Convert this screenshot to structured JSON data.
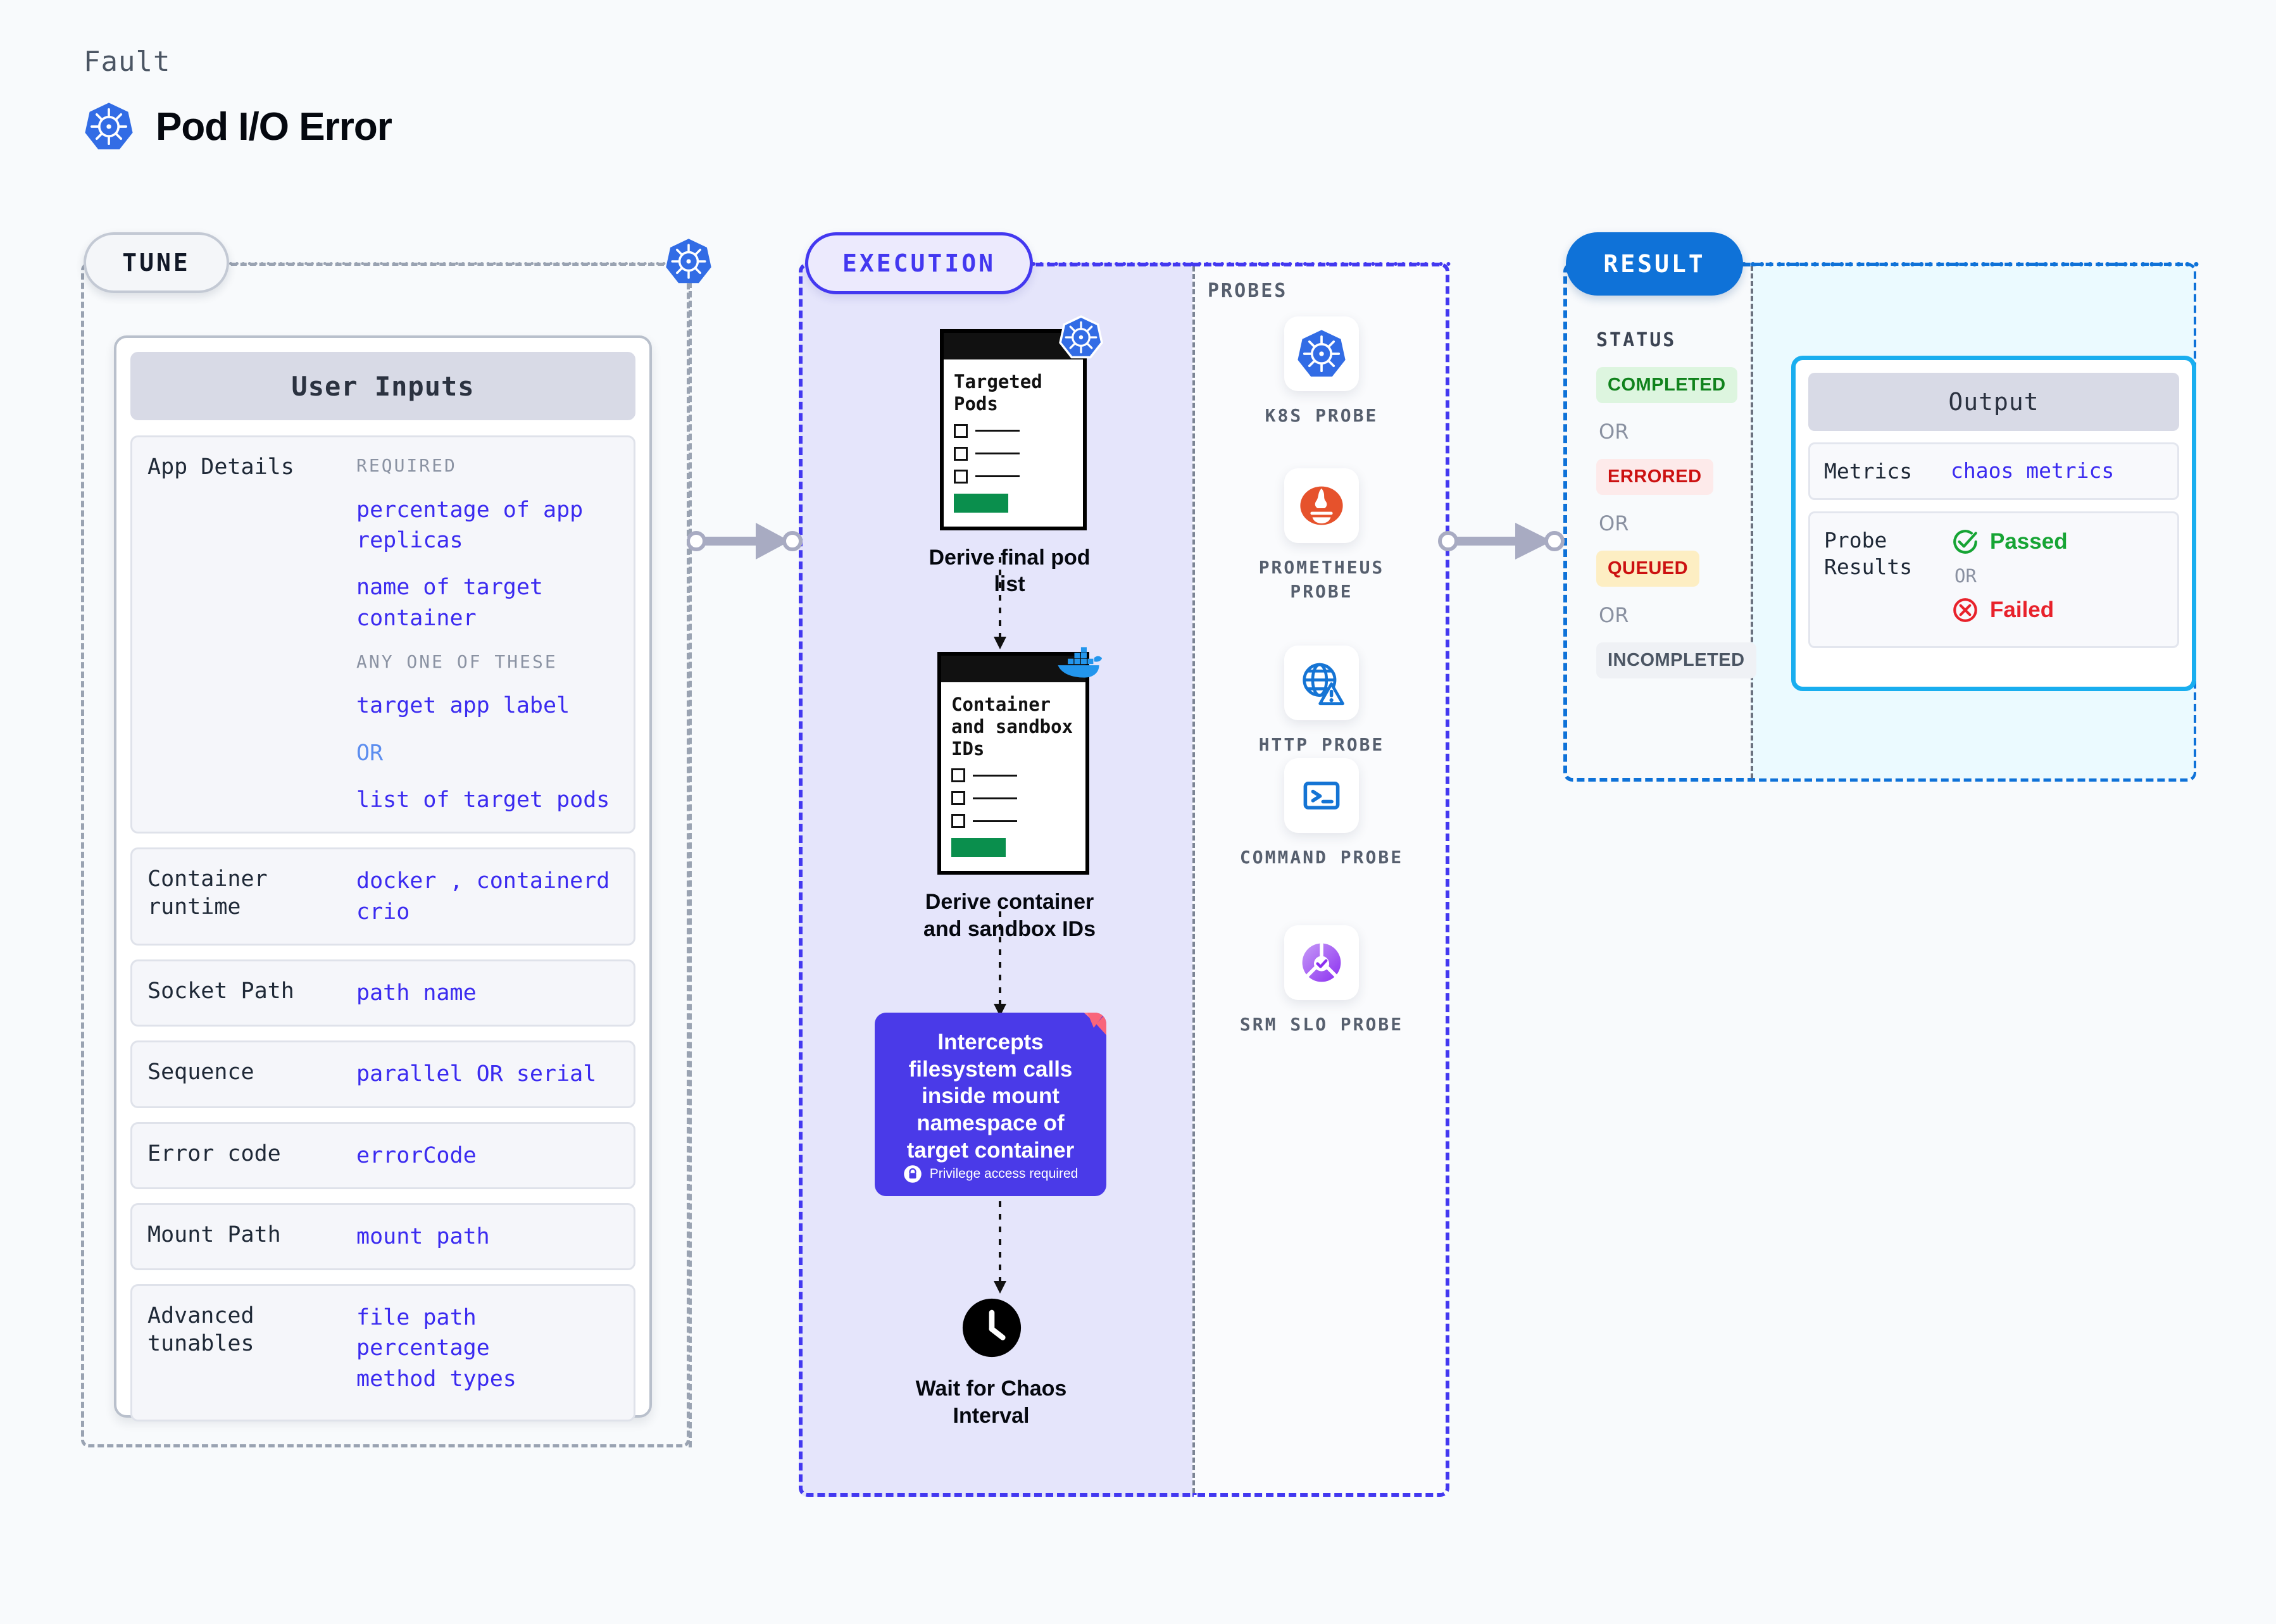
{
  "header": {
    "kicker": "Fault",
    "title": "Pod I/O Error",
    "icon": "kubernetes-icon"
  },
  "tune": {
    "tag": "TUNE",
    "card_title": "User Inputs",
    "rows": [
      {
        "label": "App Details",
        "groups": [
          {
            "heading": "REQUIRED",
            "values": [
              "percentage of app replicas",
              "name of target container"
            ]
          },
          {
            "heading": "ANY ONE OF THESE",
            "values": [
              "target app label",
              "OR",
              "list of target pods"
            ]
          }
        ]
      },
      {
        "label": "Container runtime",
        "values": [
          "docker , containerd",
          "crio"
        ]
      },
      {
        "label": "Socket Path",
        "values": [
          "path name"
        ]
      },
      {
        "label": "Sequence",
        "values": [
          "parallel OR serial"
        ]
      },
      {
        "label": "Error code",
        "values": [
          "errorCode"
        ]
      },
      {
        "label": "Mount Path",
        "values": [
          "mount path"
        ]
      },
      {
        "label": "Advanced tunables",
        "values": [
          "file path",
          "percentage",
          "method types"
        ]
      }
    ]
  },
  "execution": {
    "tag": "EXECUTION",
    "steps": [
      {
        "doc_title": "Targeted Pods",
        "badge_icon": "kubernetes-icon",
        "caption": "Derive final pod list"
      },
      {
        "doc_title": "Container and sandbox IDs",
        "badge_icon": "docker-icon",
        "caption": "Derive container and sandbox IDs"
      }
    ],
    "action_card": {
      "text": "Intercepts filesystem calls inside mount namespace of target container",
      "note": "Privilege access required",
      "note_icon": "lock-icon",
      "corner_icon": "litmus-icon",
      "color": "#4a3ae8"
    },
    "wait": {
      "icon": "clock-icon",
      "caption": "Wait for Chaos Interval"
    }
  },
  "probes": {
    "label": "PROBES",
    "items": [
      {
        "name": "K8S PROBE",
        "icon": "kubernetes-icon"
      },
      {
        "name": "PROMETHEUS PROBE",
        "icon": "prometheus-icon"
      },
      {
        "name": "HTTP PROBE",
        "icon": "globe-warning-icon"
      },
      {
        "name": "COMMAND PROBE",
        "icon": "terminal-icon"
      },
      {
        "name": "SRM SLO PROBE",
        "icon": "slo-gauge-icon"
      }
    ]
  },
  "result": {
    "tag": "RESULT",
    "status_label": "STATUS",
    "or_text": "OR",
    "statuses": [
      {
        "label": "COMPLETED",
        "style": "completed"
      },
      {
        "label": "ERRORED",
        "style": "errored"
      },
      {
        "label": "QUEUED",
        "style": "queued"
      },
      {
        "label": "INCOMPLETED",
        "style": "incompleted"
      }
    ],
    "output": {
      "title": "Output",
      "rows": [
        {
          "label": "Metrics",
          "value": "chaos metrics"
        },
        {
          "label": "Probe Results",
          "passed": "Passed",
          "or": "OR",
          "failed": "Failed"
        }
      ]
    }
  },
  "colors": {
    "accent_blue": "#3b2bf0",
    "exec_purple": "#4338f0",
    "result_blue": "#0f72d8",
    "output_cyan": "#19aeef",
    "pass_green": "#16a434",
    "fail_red": "#e8222b"
  }
}
